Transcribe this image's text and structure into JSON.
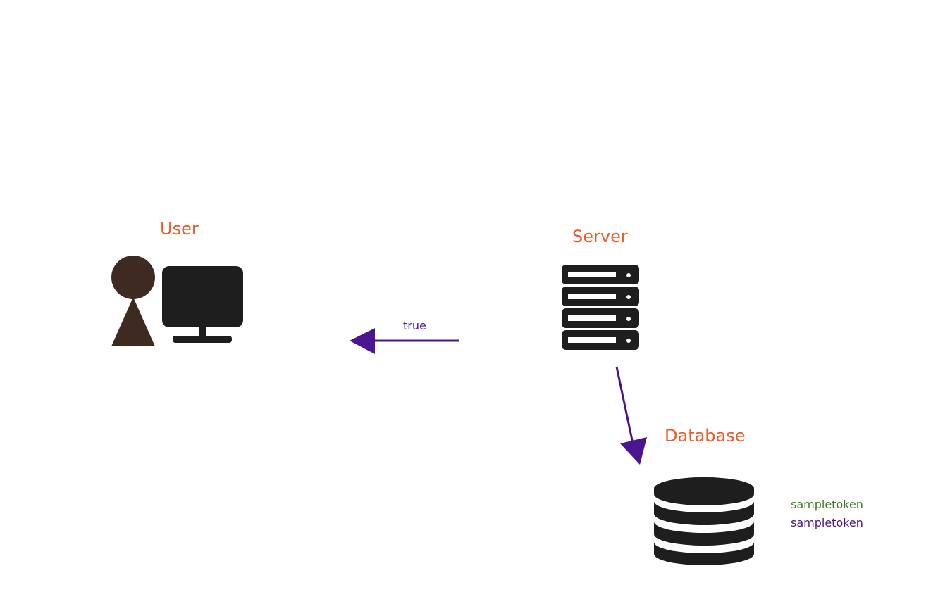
{
  "nodes": {
    "user": {
      "label": "User",
      "icon": "user-computer-icon"
    },
    "server": {
      "label": "Server",
      "icon": "server-rack-icon"
    },
    "database": {
      "label": "Database",
      "icon": "database-icon"
    }
  },
  "edges": {
    "server_to_user": {
      "label": "true",
      "color": "#4b1591"
    },
    "server_to_database": {
      "label": "",
      "color": "#4b1591"
    }
  },
  "database_tokens": [
    {
      "text": "sampletoken",
      "color": "#3f7a25"
    },
    {
      "text": "sampletoken",
      "color": "#4b1591"
    }
  ],
  "colors": {
    "node_label": "#ec5a27",
    "icon_dark": "#1e1e1e",
    "person": "#3f2a22",
    "arrow": "#4b1591"
  }
}
